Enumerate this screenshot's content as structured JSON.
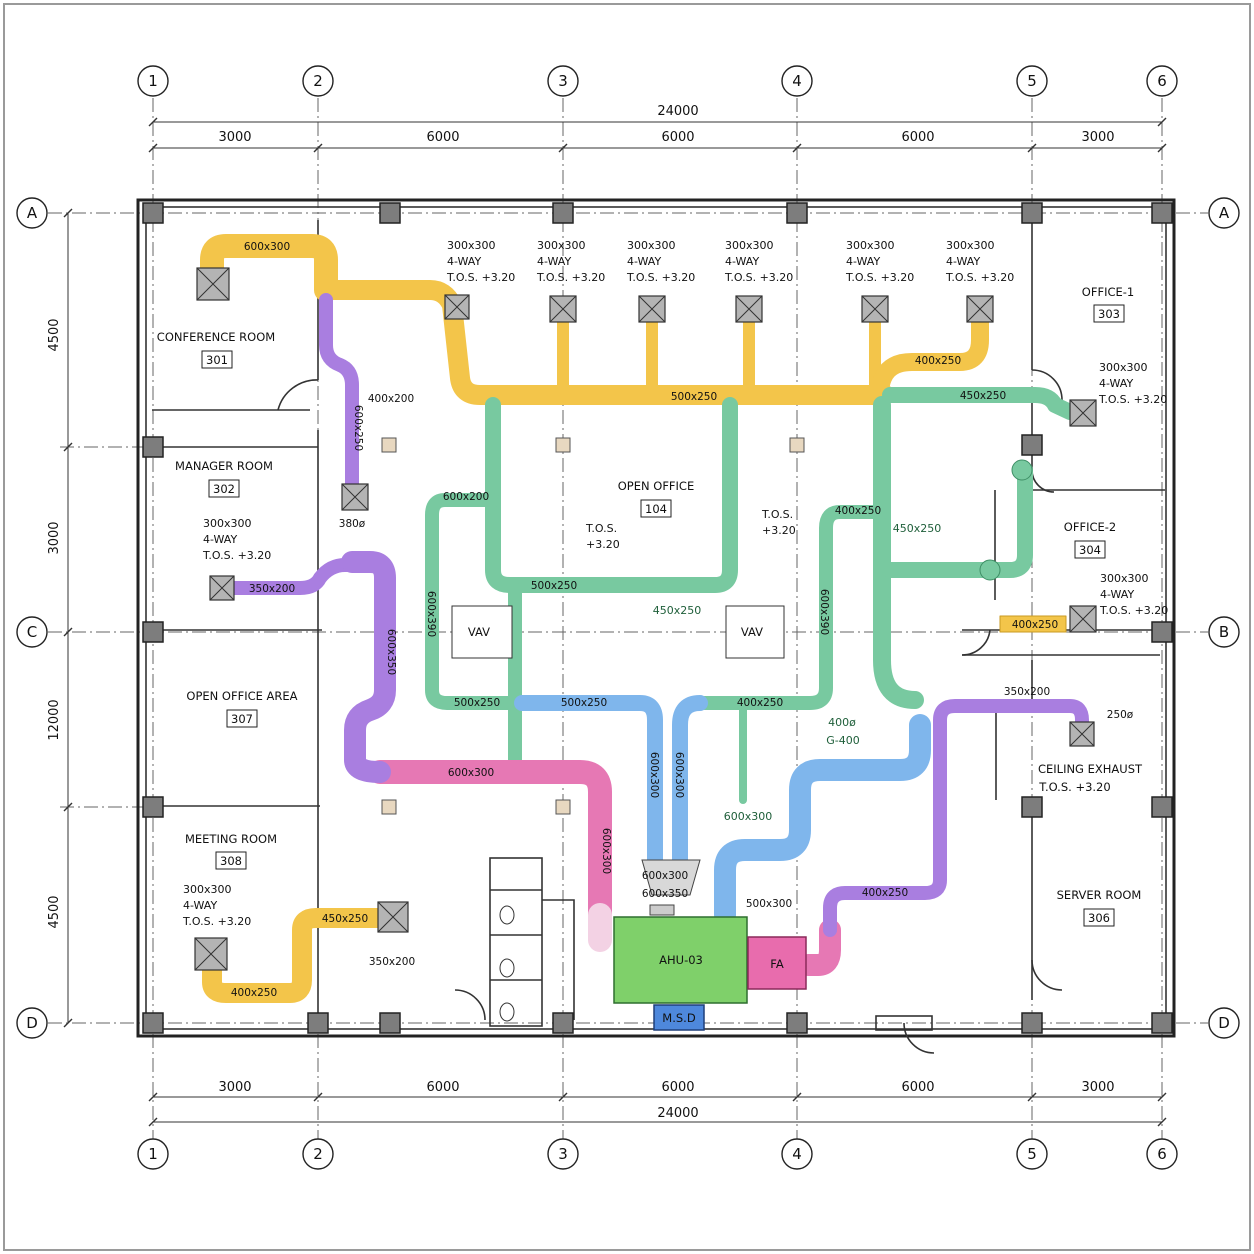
{
  "grid": {
    "cols": [
      "1",
      "2",
      "3",
      "4",
      "5",
      "6"
    ],
    "rows": [
      "A",
      "B",
      "C",
      "D"
    ],
    "top_spans": [
      "3000",
      "6000",
      "6000",
      "6000",
      "3000"
    ],
    "top_total": "24000",
    "bottom_spans": [
      "3000",
      "6000",
      "6000",
      "6000",
      "3000"
    ],
    "bottom_total": "24000",
    "left_spans": [
      "4500",
      "3000",
      "12000",
      "4500"
    ]
  },
  "rooms": {
    "conference": {
      "name": "CONFERENCE ROOM",
      "num": "301"
    },
    "manager": {
      "name": "MANAGER ROOM",
      "num": "302"
    },
    "open_office_area": {
      "name": "OPEN OFFICE AREA",
      "num": "307"
    },
    "meeting": {
      "name": "MEETING ROOM",
      "num": "308"
    },
    "open_office": {
      "name": "OPEN OFFICE",
      "num": "104"
    },
    "office1": {
      "name": "OFFICE-1",
      "num": "303"
    },
    "office2": {
      "name": "OFFICE-2",
      "num": "304"
    },
    "server": {
      "name": "SERVER ROOM",
      "num": "306"
    },
    "ceiling_exhaust": {
      "name": "CEILING EXHAUST",
      "sub": "T.O.S. +3.20"
    }
  },
  "diffuser_note": [
    "300x300",
    "4-WAY",
    "T.O.S. +3.20"
  ],
  "tos_note": [
    "T.O.S.",
    "+3.20"
  ],
  "equipment": {
    "ahu": "AHU-03",
    "fa": "FA",
    "msd": "M.S.D",
    "vav": "VAV"
  },
  "duct_labels": {
    "d600x300_top": "600x300",
    "d400x200": "400x200",
    "d600x250_purple": "600x250",
    "d380": "380ø",
    "d350x200_left": "350x200",
    "d500x250_main": "500x250",
    "d400x250_right": "400x250",
    "d450x250_right": "450x250",
    "d600x200": "600x200",
    "d500x250_mid": "500x250",
    "d450x250_green": "450x250",
    "d400x250_office2": "400x250",
    "d450x250_vert": "450x250",
    "d400x250_lr": "400x250",
    "d500x250_left": "500x250",
    "d500x250_blue": "500x250",
    "d400x250_green2": "400x250",
    "d600x390_left": "600x390",
    "d600x390_right": "600x390",
    "d600x350_purple": "600x350",
    "d600x300_pink": "600x300",
    "d600x300_pinkv": "600x300",
    "d600x300_blue1": "600x300",
    "d600x300_blue2": "600x300",
    "d600x300_ahu": "600x300",
    "d600x350_ahu": "600x350",
    "d600x300_green": "600x300",
    "d500x300": "500x300",
    "d400x250_purple": "400x250",
    "d350x200_purple": "350x200",
    "d250": "250ø",
    "d400g": "400ø",
    "g400": "G-400",
    "d450x250_meeting": "450x250",
    "d400x250_meeting": "400x250",
    "d350x200_meeting": "350x200"
  },
  "colors": {
    "supply_yellow": "#f3c54a",
    "supply_green": "#78c9a0",
    "supply_blue": "#7fb6ec",
    "return_pink": "#e678b4",
    "exhaust_purple": "#a97ee0",
    "ahu_green": "#7fd06a",
    "fa_pink": "#e86cad",
    "msd_blue": "#4e88dc"
  }
}
